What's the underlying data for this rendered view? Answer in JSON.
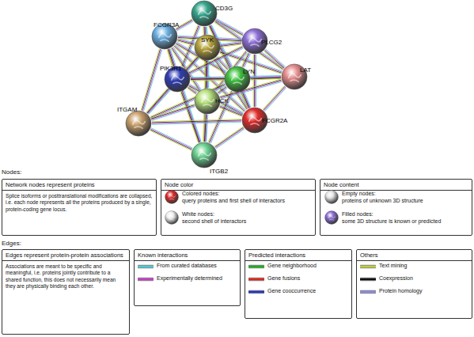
{
  "diagram": {
    "nodes": [
      {
        "text": [
          "CD3G"
        ]
      },
      {
        "text": [
          "FCGR3A"
        ]
      },
      {
        "text": [
          "SYK"
        ]
      },
      {
        "text": [
          "PLCG2"
        ]
      },
      {
        "text": [
          "PIK3R1"
        ]
      },
      {
        "text": [
          "LYN"
        ]
      },
      {
        "text": [
          "LAT"
        ]
      },
      {
        "text": [
          "HCK"
        ]
      },
      {
        "text": [
          "FCGR2A"
        ]
      },
      {
        "text": [
          "ITGAM"
        ]
      },
      {
        "text": [
          "ITGB2"
        ]
      },
      {
        "text": [
          "Network nodes represent proteins",
          "Splice isoforms or posttranslational modifications are collapsed, i.e. each node represents all the proteins produced by a single, protein-coding gene locus."
        ]
      },
      {
        "text": [
          "Node color"
        ]
      },
      {
        "text": [
          "Node content"
        ]
      },
      {
        "text": [
          "Edges represent protein-protein associations",
          "Associations are meant to be specific and meaningful, i.e. proteins jointly contribute to a shared function, this does not necessarily mean they are physically binding each other."
        ]
      },
      {
        "text": [
          "Known interactions"
        ]
      },
      {
        "text": [
          "Predicted interactions"
        ]
      },
      {
        "text": [
          "Others"
        ]
      }
    ],
    "edges": [
      {
        "from": 0,
        "to": 1,
        "arrow": "none"
      },
      {
        "from": 0,
        "to": 2,
        "arrow": "none"
      },
      {
        "from": 0,
        "to": 3,
        "arrow": "none"
      },
      {
        "from": 0,
        "to": 5,
        "arrow": "none"
      },
      {
        "from": 0,
        "to": 6,
        "arrow": "none"
      },
      {
        "from": 0,
        "to": 4,
        "arrow": "none"
      },
      {
        "from": 0,
        "to": 7,
        "arrow": "none"
      },
      {
        "from": 0,
        "to": 8,
        "arrow": "none"
      },
      {
        "from": 1,
        "to": 2,
        "arrow": "none"
      },
      {
        "from": 1,
        "to": 3,
        "arrow": "none"
      },
      {
        "from": 1,
        "to": 4,
        "arrow": "none"
      },
      {
        "from": 1,
        "to": 5,
        "arrow": "none"
      },
      {
        "from": 1,
        "to": 7,
        "arrow": "none"
      },
      {
        "from": 1,
        "to": 8,
        "arrow": "none"
      },
      {
        "from": 1,
        "to": 9,
        "arrow": "none"
      },
      {
        "from": 1,
        "to": 10,
        "arrow": "none"
      },
      {
        "from": 2,
        "to": 3,
        "arrow": "none"
      },
      {
        "from": 2,
        "to": 4,
        "arrow": "none"
      },
      {
        "from": 2,
        "to": 5,
        "arrow": "none"
      },
      {
        "from": 2,
        "to": 6,
        "arrow": "none"
      },
      {
        "from": 2,
        "to": 7,
        "arrow": "none"
      },
      {
        "from": 2,
        "to": 8,
        "arrow": "none"
      },
      {
        "from": 2,
        "to": 9,
        "arrow": "none"
      },
      {
        "from": 2,
        "to": 10,
        "arrow": "none"
      },
      {
        "from": 3,
        "to": 4,
        "arrow": "none"
      },
      {
        "from": 3,
        "to": 5,
        "arrow": "none"
      },
      {
        "from": 3,
        "to": 6,
        "arrow": "none"
      },
      {
        "from": 3,
        "to": 7,
        "arrow": "none"
      },
      {
        "from": 3,
        "to": 8,
        "arrow": "none"
      },
      {
        "from": 4,
        "to": 5,
        "arrow": "none"
      },
      {
        "from": 4,
        "to": 7,
        "arrow": "none"
      },
      {
        "from": 4,
        "to": 8,
        "arrow": "none"
      },
      {
        "from": 4,
        "to": 9,
        "arrow": "none"
      },
      {
        "from": 4,
        "to": 10,
        "arrow": "none"
      },
      {
        "from": 4,
        "to": 6,
        "arrow": "none"
      },
      {
        "from": 5,
        "to": 6,
        "arrow": "none"
      },
      {
        "from": 5,
        "to": 7,
        "arrow": "none"
      },
      {
        "from": 5,
        "to": 8,
        "arrow": "none"
      },
      {
        "from": 5,
        "to": 9,
        "arrow": "none"
      },
      {
        "from": 5,
        "to": 10,
        "arrow": "none"
      },
      {
        "from": 6,
        "to": 7,
        "arrow": "none"
      },
      {
        "from": 6,
        "to": 8,
        "arrow": "none"
      },
      {
        "from": 7,
        "to": 8,
        "arrow": "none"
      },
      {
        "from": 7,
        "to": 9,
        "arrow": "none"
      },
      {
        "from": 7,
        "to": 10,
        "arrow": "none"
      },
      {
        "from": 8,
        "to": 9,
        "arrow": "none"
      },
      {
        "from": 8,
        "to": 10,
        "arrow": "none"
      },
      {
        "from": 9,
        "to": 10,
        "arrow": "none"
      }
    ],
    "labels": [
      "Nodes:",
      "query proteins and first shell of interactors",
      "second shell of interactors",
      "proteins of unknown 3D structure",
      "some 3D structure is known or predicted",
      "Edges:"
    ],
    "legend": [
      {
        "text": "Colored nodes:"
      },
      {
        "text": "White nodes:"
      },
      {
        "text": "Empty nodes:"
      },
      {
        "text": "Filled nodes:"
      },
      {
        "text": "From curated databases"
      },
      {
        "text": "Experimentally determined"
      },
      {
        "text": "Gene neighborhood"
      },
      {
        "text": "Gene fusions"
      },
      {
        "text": "Gene cooccurrence"
      },
      {
        "text": "Text mining"
      },
      {
        "text": "Coexpression"
      },
      {
        "text": "Protein homology"
      }
    ]
  }
}
